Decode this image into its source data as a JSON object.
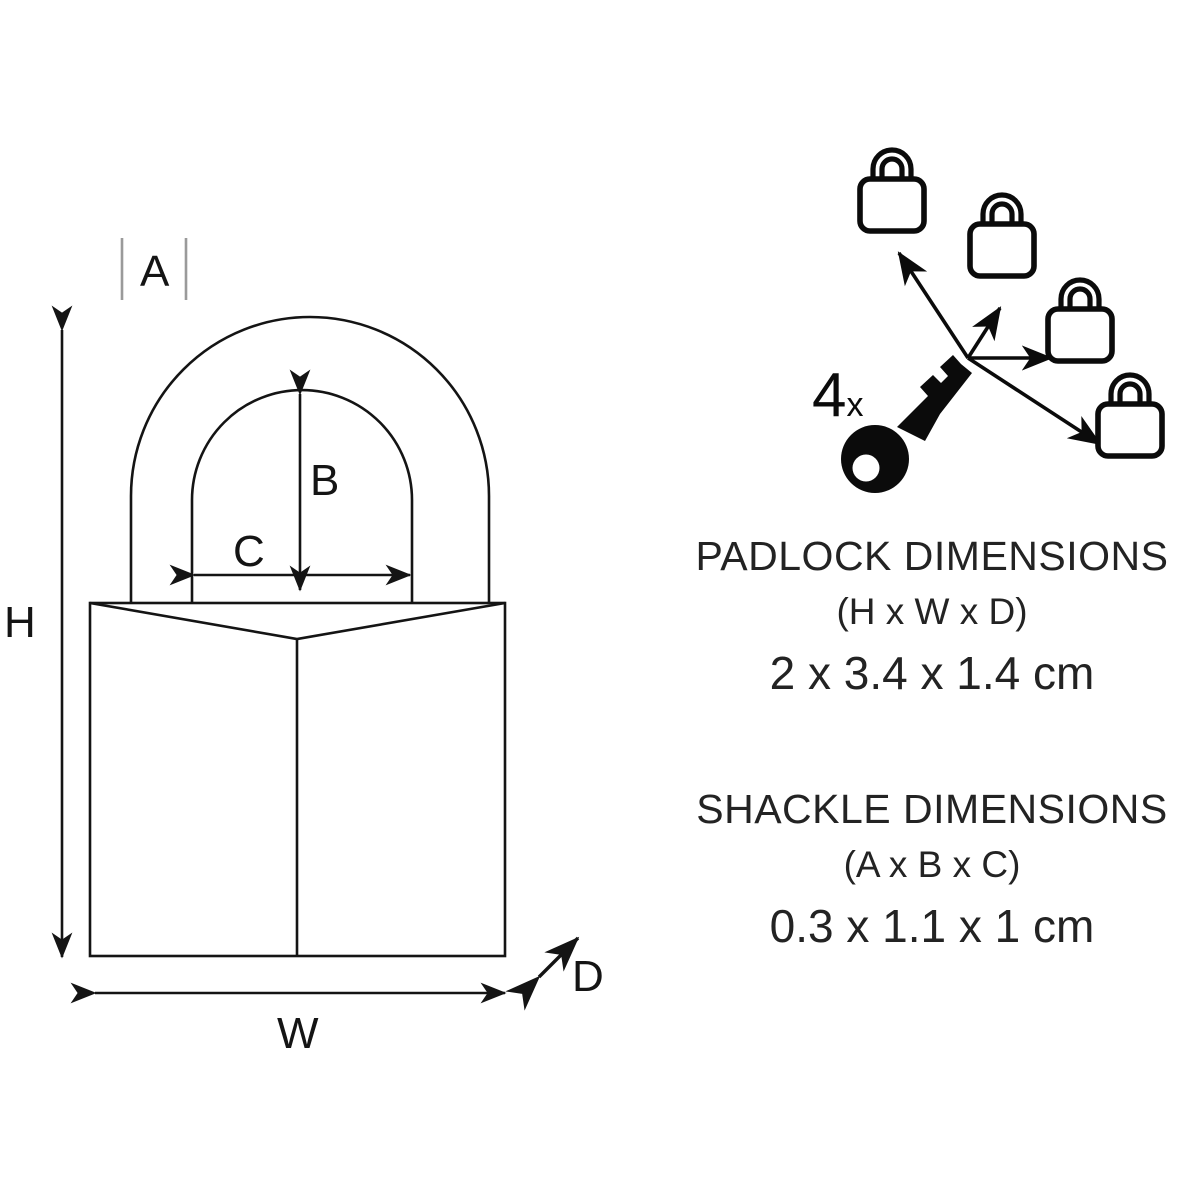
{
  "document": {
    "title": "Padlock Dimensions Diagram",
    "background_color": "#ffffff",
    "line_color": "#141414",
    "text_color": "#232323"
  },
  "diagram": {
    "name": "padlock-technical-drawing",
    "labels": {
      "height": "H",
      "width": "W",
      "depth": "D",
      "shackle_thickness": "A",
      "shackle_clearance_height": "B",
      "shackle_clearance_width": "C"
    }
  },
  "quantity": {
    "number": "4",
    "suffix": "x",
    "icon": "key-icon"
  },
  "padlock_icons": {
    "count": 4,
    "icon_name": "padlock-icon"
  },
  "specs": [
    {
      "id": "padlock-dimensions",
      "heading": "PADLOCK DIMENSIONS",
      "axes": "(H x W x D)",
      "value": "2 x 3.4 x 1.4 cm"
    },
    {
      "id": "shackle-dimensions",
      "heading": "SHACKLE DIMENSIONS",
      "axes": "(A x B x C)",
      "value": "0.3 x 1.1 x 1 cm"
    }
  ]
}
